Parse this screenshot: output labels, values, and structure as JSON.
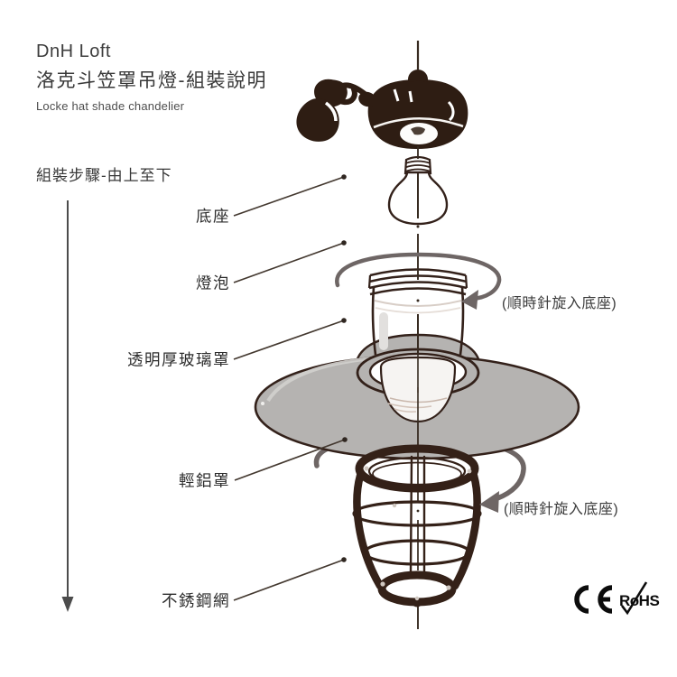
{
  "header": {
    "brand": "DnH Loft",
    "title_zh": "洛克斗笠罩吊燈-組裝說明",
    "subtitle_en": "Locke hat shade chandelier"
  },
  "instructions": {
    "step_direction": "組裝步驟-由上至下"
  },
  "parts": [
    {
      "label": "底座"
    },
    {
      "label": "燈泡"
    },
    {
      "label": "透明厚玻璃罩"
    },
    {
      "label": "輕鋁罩"
    },
    {
      "label": "不銹鋼網"
    }
  ],
  "annotations": {
    "top": "(順時針旋入底座)",
    "bottom": "(順時針旋入底座)"
  },
  "certifications": {
    "ce": "CE",
    "rohs": "RoHS"
  },
  "colors": {
    "ink": "#33211a",
    "shade_grey": "#b5b3b1",
    "arrow_grey": "#6e6665",
    "text_dark": "#3a3a3a"
  }
}
